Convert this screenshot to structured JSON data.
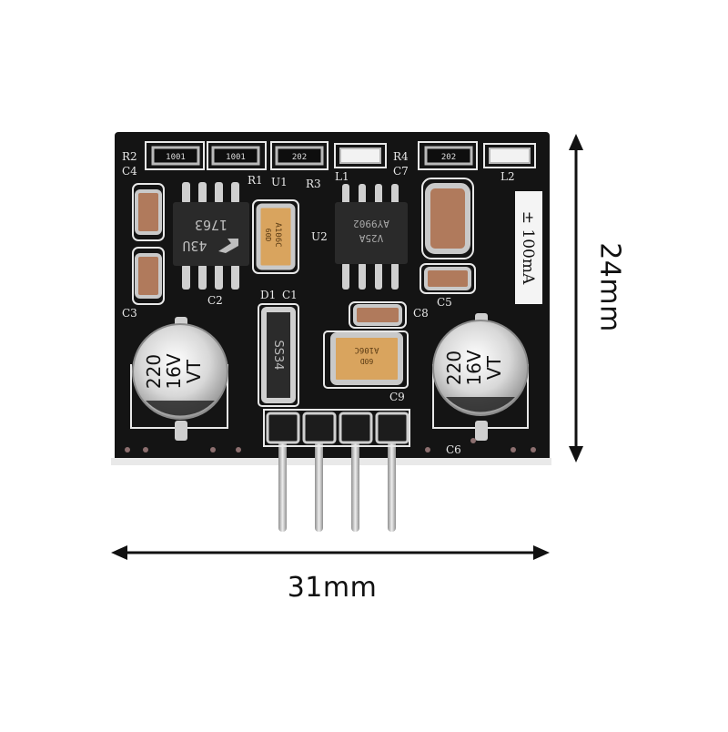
{
  "colors": {
    "background": "#ffffff",
    "pcb": "#141414",
    "silkscreen": "#e8e8e8",
    "pad": "#b9b9b9",
    "pin": "#c9c9c9",
    "tantalum": "#d9a45e",
    "ceramic": "#b07a5c",
    "cap_can": "#e4e4e4",
    "arrow": "#111111"
  },
  "dimensions": {
    "width": "31mm",
    "height": "24mm"
  },
  "board": {
    "output_label": "± 100mA",
    "designators": {
      "R2": "R2",
      "C4": "C4",
      "R1": "R1",
      "U1": "U1",
      "R3": "R3",
      "L1": "L1",
      "R4": "R4",
      "C7": "C7",
      "L2": "L2",
      "U2": "U2",
      "C3": "C3",
      "C2": "C2",
      "D1": "D1",
      "C1": "C1",
      "C8": "C8",
      "C5": "C5",
      "C6": "C6",
      "C9": "C9"
    },
    "resistors": {
      "r2_code": "1001",
      "r1_code": "1001",
      "r3_code": "202",
      "r4_code": "202"
    },
    "u1": {
      "line1": "1763",
      "line2": "43U"
    },
    "u2": {
      "line1": "AY9902",
      "line2": "V25A"
    },
    "tantalum_u1": {
      "line1": "A106C",
      "line2": "60D"
    },
    "tantalum_d1": {
      "line1": "A106C",
      "line2": "60D"
    },
    "diode": {
      "marking": "SS34"
    },
    "electrolytic": {
      "value": "220",
      "voltage": "16V",
      "series": "VT"
    }
  },
  "icons": {
    "width_arrow": "double-arrow-horizontal-icon",
    "height_arrow": "double-arrow-vertical-icon",
    "lt_logo": "lt-logo-icon"
  }
}
